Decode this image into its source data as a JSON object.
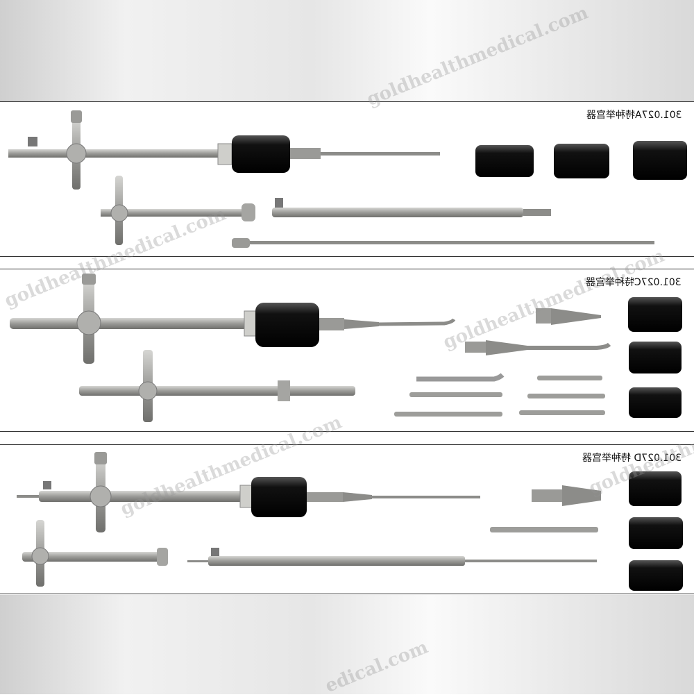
{
  "panels": [
    {
      "label": "301.027A特种举宫器"
    },
    {
      "label": "301.027C特种举宫器"
    },
    {
      "label": "301.027D 特种举宫器"
    }
  ],
  "watermark": "goldhealthmedical.com",
  "colors": {
    "steel": "#a9a9a6",
    "steel_dark": "#7d7d7a",
    "cap_black": "#161616",
    "border": "#333333"
  }
}
